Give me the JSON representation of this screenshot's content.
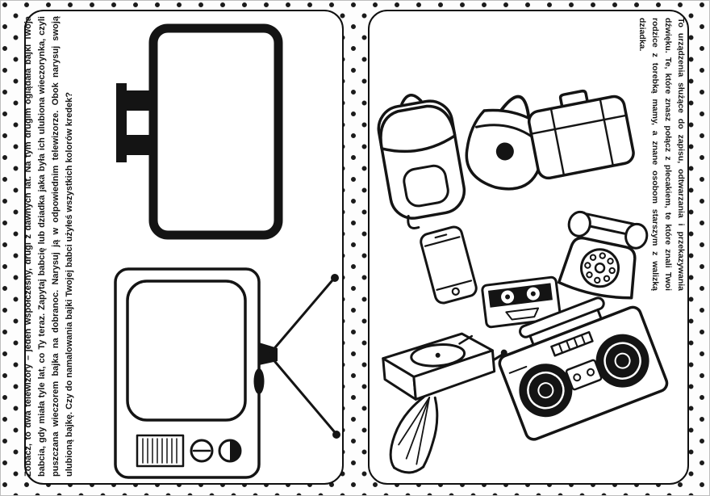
{
  "document": {
    "type": "scanned worksheet spread, rotated 90 degrees",
    "language": "pl"
  },
  "colors": {
    "ink": "#141414",
    "paper": "#ffffff",
    "dots": "#1b1b1b"
  },
  "page_left": {
    "instructions": "Zobacz, to dwa telewizory – jeden współczesny, drugi z dawnych lat. Na tym drugim oglądała bajki Twoja babcia, gdy miała tyle lat, co Ty teraz. Zapytaj babcię lub dziadka jaka była ich ulubiona wieczorynka, czyli puszczana wieczorem bajka na dobranoc. Narysuj ją w odpowiednim telewizorze. Obok narysuj swoją ulubioną bajkę. Czy do namalowania bajki Twojej babci użyłeś wszystkich kolorów kredek?",
    "illustrations": [
      "modern flat-screen TV",
      "vintage CRT TV with antenna"
    ]
  },
  "page_right": {
    "instructions": "To urządzenia służące do zapisu, odtwarzania i przekazywania dźwięku. Te, które znasz połącz z plecakiem, te które znali Twoi rodzice z torebką mamy, a znane osobom starszym z walizką dziadka.",
    "illustrations": [
      "backpack",
      "handbag",
      "suitcase",
      "smartphone",
      "cassette tape",
      "rotary telephone",
      "gramophone",
      "boombox"
    ]
  }
}
